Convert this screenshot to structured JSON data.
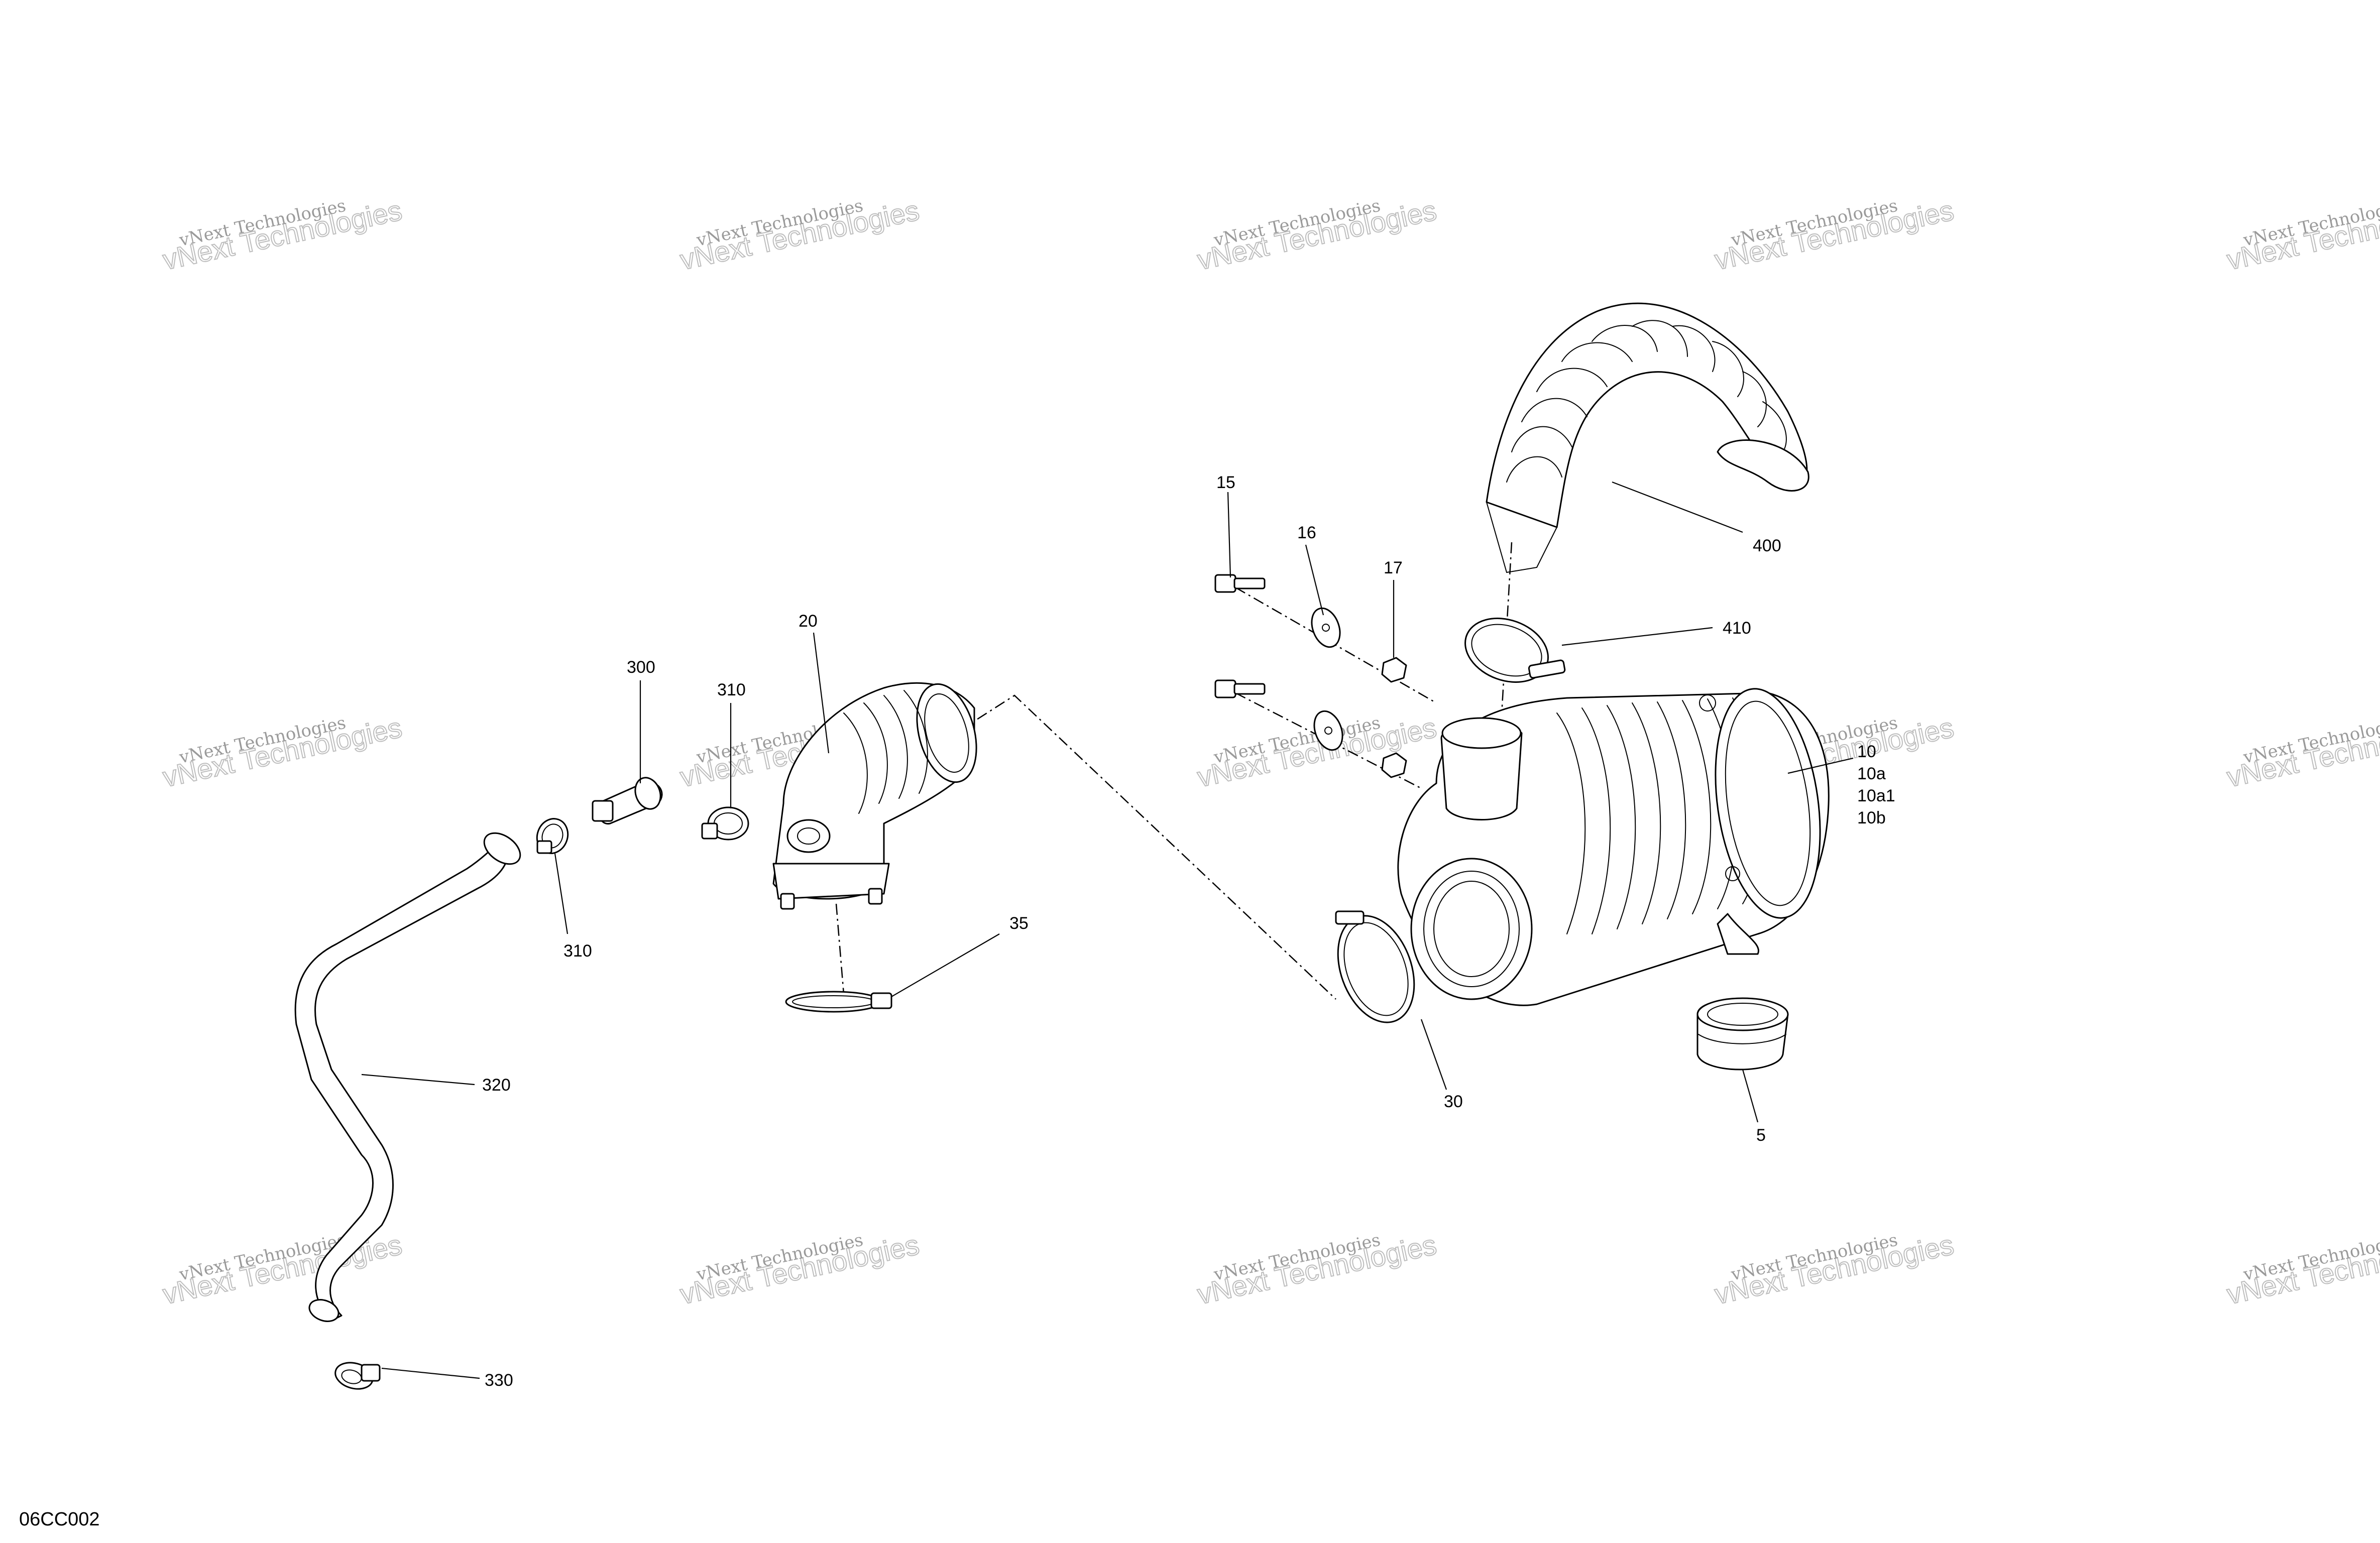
{
  "diagram": {
    "reference_code": "06CC002",
    "watermark": {
      "line1": "vNext Technologies",
      "line2": "vNext Technologies"
    },
    "callouts": {
      "c15": "15",
      "c16": "16",
      "c17": "17",
      "c400": "400",
      "c410": "410",
      "c10": "10",
      "c10a": "10a",
      "c10a1": "10a1",
      "c10b": "10b",
      "c20": "20",
      "c300": "300",
      "c310a": "310",
      "c310b": "310",
      "c35": "35",
      "c320": "320",
      "c330": "330",
      "c30": "30",
      "c5": "5"
    }
  }
}
